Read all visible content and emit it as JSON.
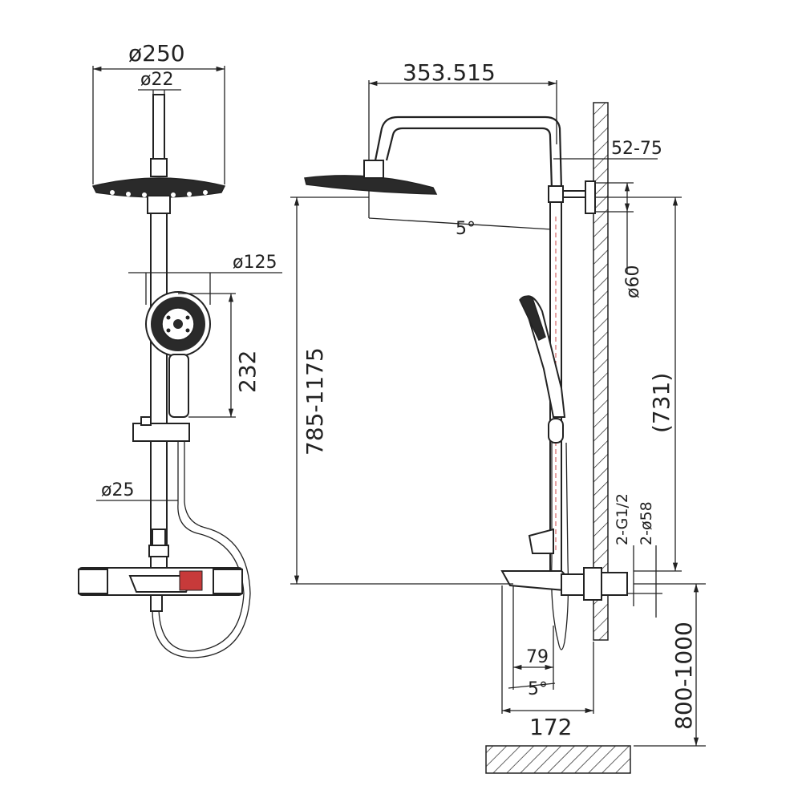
{
  "drawing": {
    "front_view": {
      "head_diameter": "ø250",
      "arm_diameter": "ø22",
      "hand_shower_diameter": "ø125",
      "hand_shower_length": "232",
      "rail_diameter": "ø25"
    },
    "side_view": {
      "projection": "353.515",
      "wall_distance": "52-75",
      "head_angle": "5°",
      "height_range": "785-1175",
      "flange_diameter": "ø60",
      "rail_height": "(731)",
      "inlet_thread": "2-G1/2",
      "escutcheon_diameter": "2-ø58",
      "mounting_height": "800-1000",
      "spout_projection": "79",
      "spout_angle": "5°",
      "body_depth": "172"
    }
  }
}
